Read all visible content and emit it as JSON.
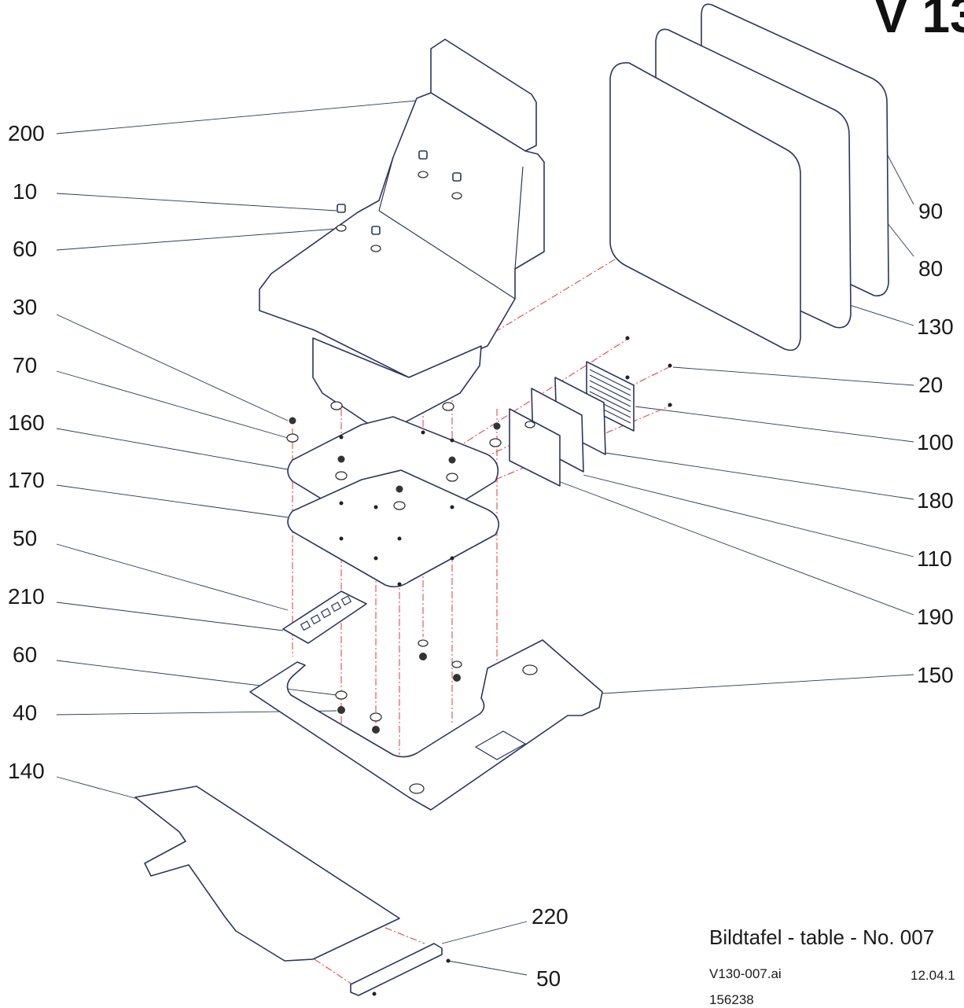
{
  "header": {
    "model_text": "V 13"
  },
  "callouts": {
    "c200": "200",
    "c10": "10",
    "c60a": "60",
    "c30": "30",
    "c70": "70",
    "c160": "160",
    "c170": "170",
    "c50a": "50",
    "c210": "210",
    "c60b": "60",
    "c40": "40",
    "c140": "140",
    "c90": "90",
    "c80": "80",
    "c130": "130",
    "c20": "20",
    "c100": "100",
    "c180": "180",
    "c110": "110",
    "c190": "190",
    "c150": "150",
    "c220": "220",
    "c50b": "50"
  },
  "footer": {
    "caption": "Bildtafel - table - No. 007",
    "file": "V130-007.ai",
    "date": "12.04.1",
    "number": "156238"
  },
  "colors": {
    "line": "#2b3560",
    "axis": "#e03a3a",
    "text": "#1a1a1a"
  }
}
